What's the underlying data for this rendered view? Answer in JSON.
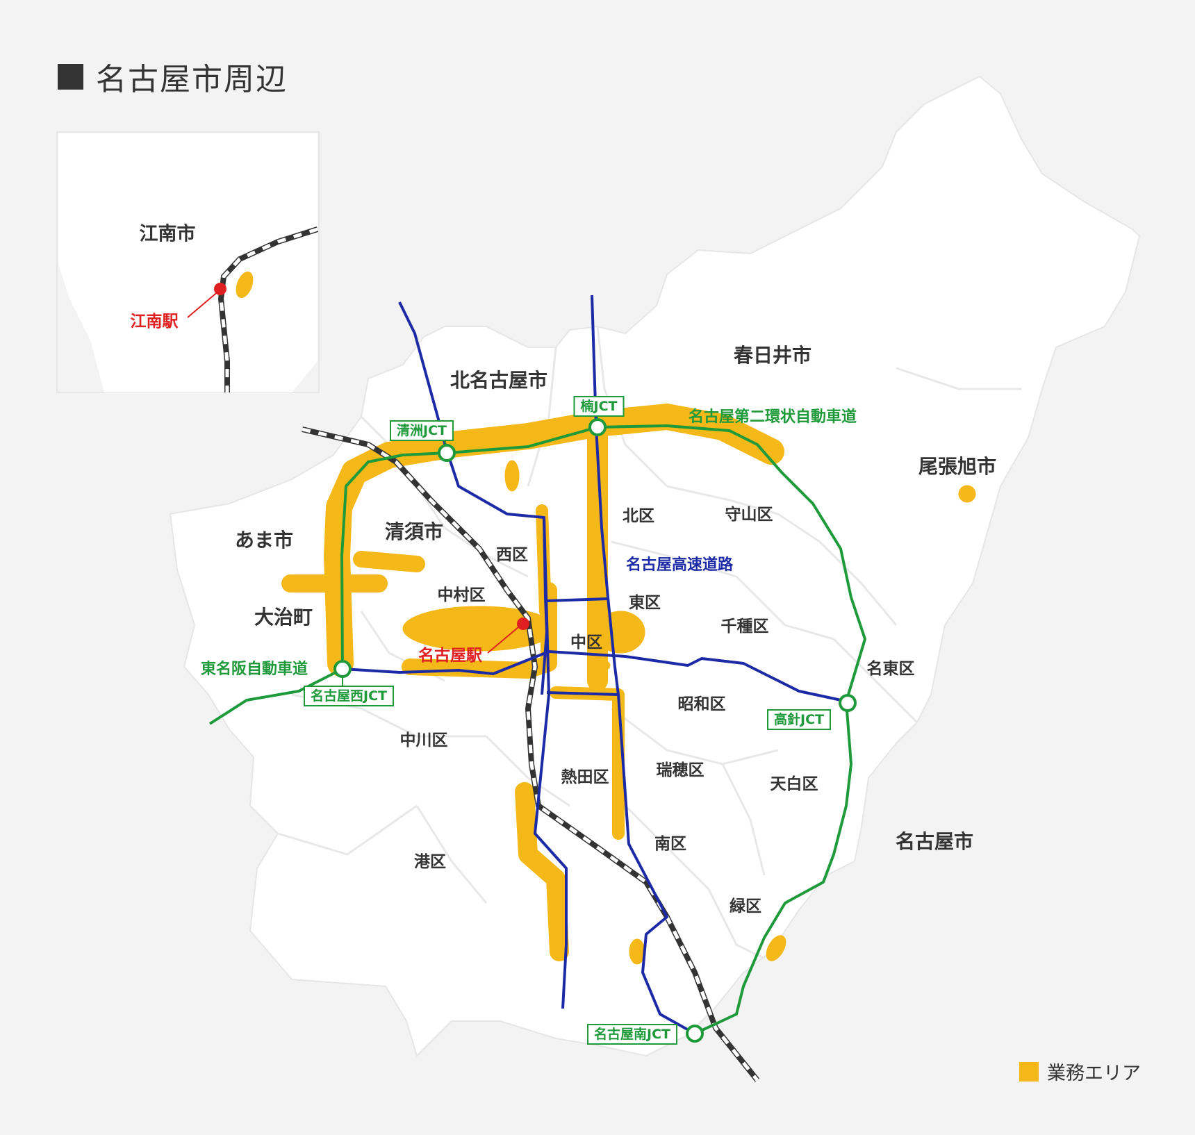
{
  "title": "名古屋市周辺",
  "legend": {
    "label": "業務エリア",
    "color": "#f5b819"
  },
  "colors": {
    "service_area": "#f5b819",
    "green_road": "#1e9a3a",
    "blue_road": "#1c2aa6",
    "station": "#e02020",
    "land": "#ffffff",
    "background": "#f3f3f3"
  },
  "inset": {
    "city": "江南市",
    "station": "江南駅"
  },
  "municipalities": {
    "kasugai": "春日井市",
    "kitanagoya": "北名古屋市",
    "owariasahi": "尾張旭市",
    "ama": "あま市",
    "kiyosu": "清須市",
    "oharu": "大治町",
    "nagoya": "名古屋市"
  },
  "wards": {
    "kita": "北区",
    "moriyama": "守山区",
    "nishi": "西区",
    "nakamura": "中村区",
    "higashi": "東区",
    "chikusa": "千種区",
    "naka": "中区",
    "meito": "名東区",
    "showa": "昭和区",
    "nakagawa": "中川区",
    "atsuta": "熱田区",
    "mizuho": "瑞穂区",
    "tempaku": "天白区",
    "minato": "港区",
    "minami": "南区",
    "midori": "緑区"
  },
  "roads": {
    "second_ring": "名古屋第二環状自動車道",
    "meihan": "東名阪自動車道",
    "expressway": "名古屋高速道路"
  },
  "junctions": {
    "kiyosu": "清洲JCT",
    "kusu": "楠JCT",
    "nagoya_nishi": "名古屋西JCT",
    "takabari": "高針JCT",
    "nagoya_minami": "名古屋南JCT"
  },
  "stations": {
    "nagoya": "名古屋駅"
  }
}
